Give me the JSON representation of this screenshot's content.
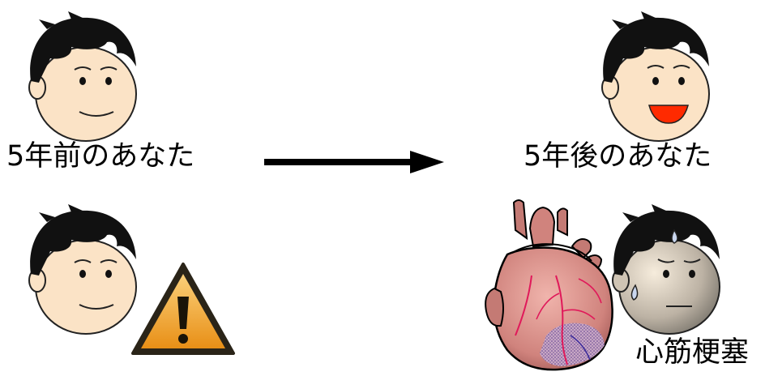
{
  "labels": {
    "you_5_years_ago": "5年前のあなた",
    "you_in_5_years": "5年後のあなた",
    "myocardial_infarction": "心筋梗塞"
  },
  "colors": {
    "hair": "#111111",
    "skin": "#fbe3c6",
    "skin_outline": "#222222",
    "mouth_smile": "#ff2a00",
    "warning_fill": "#f4a52b",
    "warning_border": "#2a2418",
    "heart": "#d88c86",
    "arrow": "#000000"
  },
  "icons": [
    "face-neutral-icon",
    "face-happy-icon",
    "face-sick-icon",
    "warning-icon",
    "heart-icon",
    "arrow-right-icon"
  ]
}
